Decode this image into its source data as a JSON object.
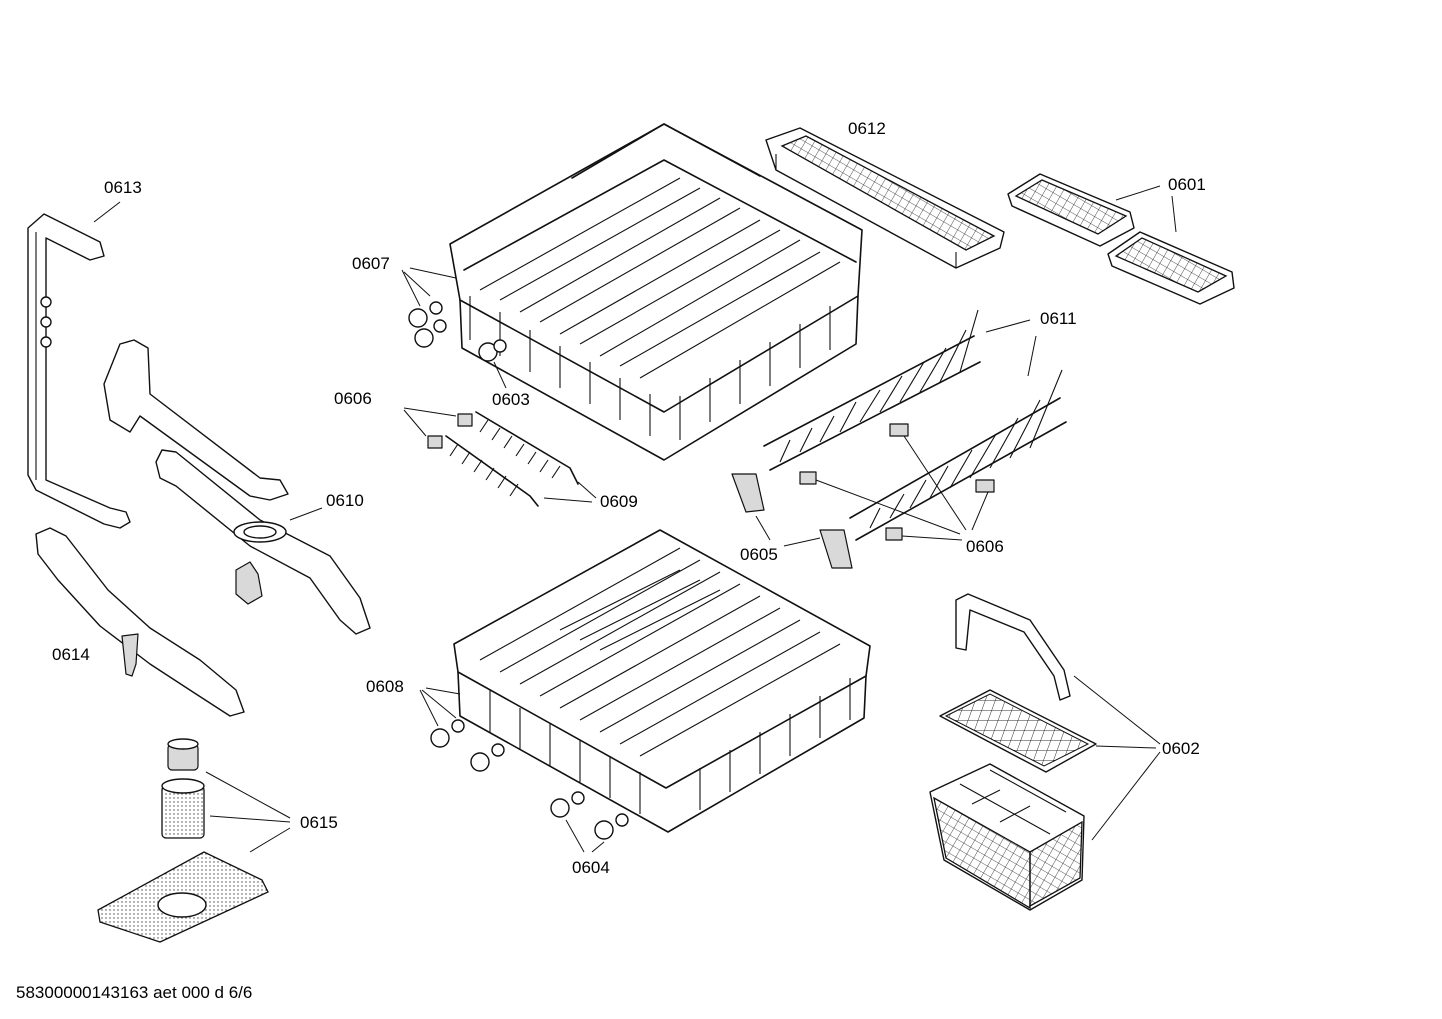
{
  "labels": {
    "p0601": "0601",
    "p0602": "0602",
    "p0603": "0603",
    "p0604": "0604",
    "p0605": "0605",
    "p0606a": "0606",
    "p0606b": "0606",
    "p0607": "0607",
    "p0608": "0608",
    "p0609": "0609",
    "p0610": "0610",
    "p0611": "0611",
    "p0612": "0612",
    "p0613": "0613",
    "p0614": "0614",
    "p0615": "0615"
  },
  "footer": {
    "document_id": "58300000143163 aet 000 d 6/6"
  }
}
